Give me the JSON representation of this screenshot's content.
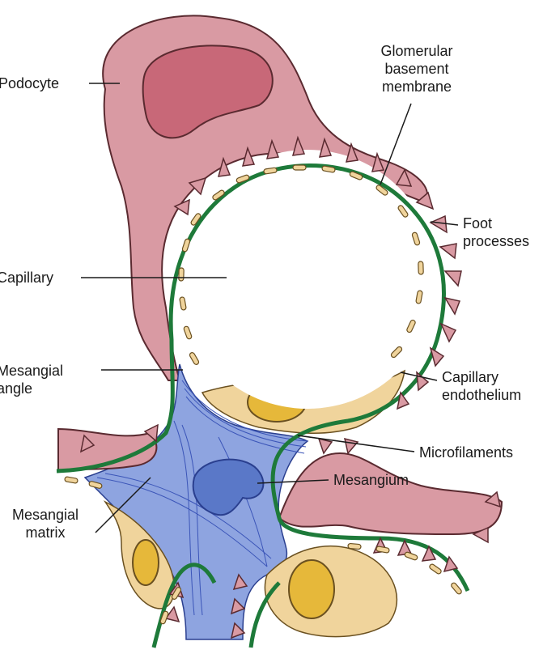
{
  "labels": {
    "podocyte": "Podocyte",
    "gbm": "Glomerular\nbasement\nmembrane",
    "foot": "Foot\nprocesses",
    "capillary": "Capillary",
    "mesangial_angle": "Mesangial\nangle",
    "endothelium": "Capillary\nendothelium",
    "microfilaments": "Microfilaments",
    "mesangium": "Mesangium",
    "matrix": "Mesangial\nmatrix"
  },
  "colors": {
    "podocyte_fill": "#d99aa3",
    "podocyte_stroke": "#5a2a30",
    "nucleus_fill": "#c86878",
    "gbm_green": "#1e7a3a",
    "endothelium_fill": "#f0d49c",
    "endothelium_nucleus": "#e6b83a",
    "mesangium_fill": "#8ea4e0",
    "mesangium_nucleus": "#5a78c8",
    "microfilament": "#3b55b8"
  }
}
